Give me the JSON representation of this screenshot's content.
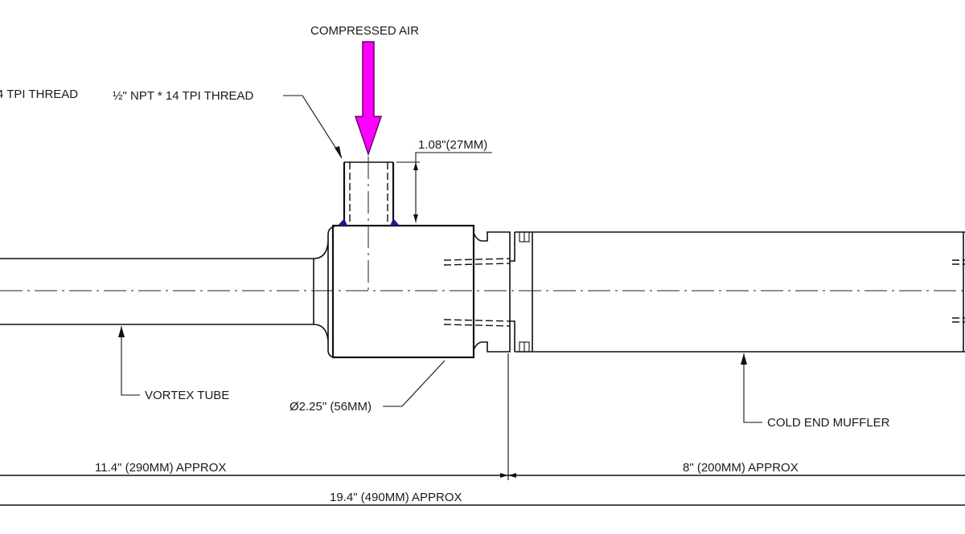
{
  "drawing": {
    "title": "Vortex Tube Assembly Drawing",
    "labels": {
      "compressed_air": "COMPRESSED AIR",
      "left_thread_partial": "4 TPI THREAD",
      "inlet_thread_frac": "½",
      "inlet_thread": "\" NPT * 14 TPI   THREAD",
      "inlet_height": "1.08\"(27MM)",
      "vortex_tube": "VORTEX TUBE",
      "body_diameter": "Ø2.25\" (56MM)",
      "cold_end_muffler": "COLD END MUFFLER",
      "left_length": "11.4\" (290MM) APPROX",
      "right_length": "8\" (200MM) APPROX",
      "total_length": "19.4\" (490MM) APPROX"
    },
    "colors": {
      "air_arrow": "#ff00ff",
      "air_arrow_outline": "#6a006a",
      "weld": "#1a1a8c",
      "line": "#111111"
    }
  }
}
